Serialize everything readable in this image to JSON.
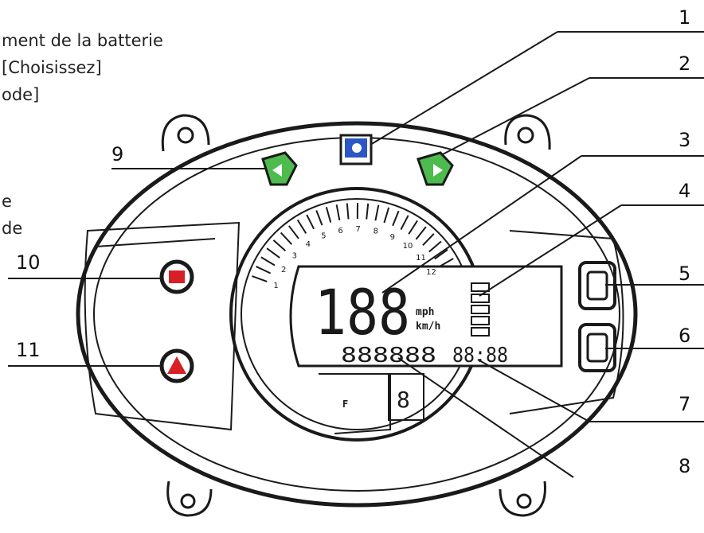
{
  "caption": {
    "line1": "ment de la batterie",
    "line2": "[Choisissez]",
    "line3": "ode]",
    "line4": "e",
    "line5": "de"
  },
  "callouts": [
    "1",
    "2",
    "3",
    "4",
    "5",
    "6",
    "7",
    "8",
    "9",
    "10",
    "11"
  ],
  "display": {
    "speed_digits": "188",
    "unit_mph": "mph",
    "unit_kmh": "km/h",
    "odometer": "888888",
    "clock": "88:88",
    "gear": "8",
    "fuel_label": "F"
  },
  "tach_labels": [
    "1",
    "2",
    "3",
    "4",
    "5",
    "6",
    "7",
    "8",
    "9",
    "10",
    "11",
    "12"
  ],
  "colors": {
    "indicator_blue": "#2a56c6",
    "indicator_green": "#4dbb4d",
    "warning_red": "#d81f26",
    "lcd_background": "#ffffff",
    "outline": "#1a1a1a"
  },
  "icons": {
    "indicator_1": "high-beam-icon",
    "indicator_2": "right-turn-signal-icon",
    "indicator_9": "left-turn-signal-icon",
    "warning_10": "battery-warning-icon",
    "warning_11": "hazard-warning-icon",
    "button_5": "mode-button-icon",
    "button_6": "set-button-icon"
  }
}
